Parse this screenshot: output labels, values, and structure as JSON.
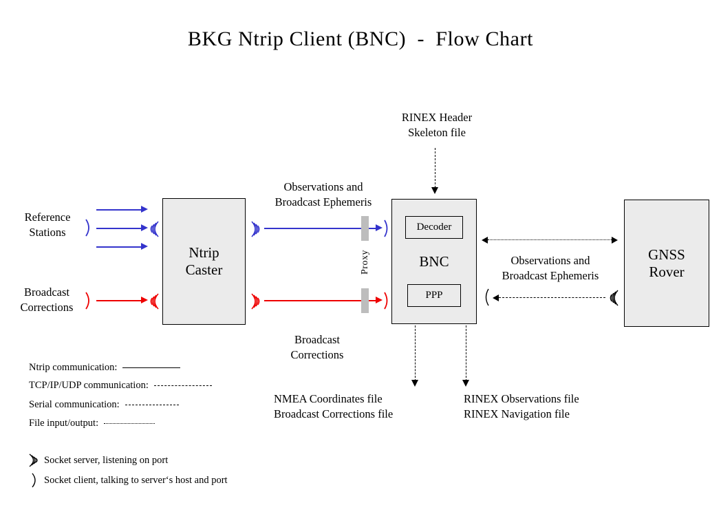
{
  "title": "BKG Ntrip Client (BNC)  -  Flow Chart",
  "nodes": {
    "ntrip_caster": "Ntrip\nCaster",
    "bnc": "BNC",
    "gnss_rover": "GNSS\nRover",
    "decoder": "Decoder",
    "ppp": "PPP"
  },
  "labels": {
    "reference_stations": "Reference\nStations",
    "broadcast_corrections_left": "Broadcast\nCorrections",
    "observations_ephemeris_top": "Observations and\nBroadcast Ephemeris",
    "broadcast_corrections_mid": "Broadcast\nCorrections",
    "rinex_header_skeleton": "RINEX Header\nSkeleton file",
    "observations_ephemeris_right": "Observations and\nBroadcast Ephemeris",
    "nmea_output": "NMEA Coordinates file\nBroadcast Corrections file",
    "rinex_output": "RINEX Observations file\nRINEX Navigation file",
    "proxy": "Proxy"
  },
  "legend": {
    "lines": [
      {
        "text": "Ntrip communication:",
        "style": "solid"
      },
      {
        "text": "TCP/IP/UDP communication:",
        "style": "long-dash"
      },
      {
        "text": "Serial communication:",
        "style": "medium-dash"
      },
      {
        "text": "File input/output:",
        "style": "dotted"
      }
    ],
    "sockets": [
      {
        "icon": "socket-server-icon",
        "text": "Socket server, listening on port"
      },
      {
        "icon": "socket-client-icon",
        "text": "Socket client, talking to server‘s host and port"
      }
    ]
  },
  "colors": {
    "ntrip_stream": "#3333cc",
    "corrections_stream": "#ee0000",
    "box_fill": "#ebebeb",
    "box_border": "#000000",
    "proxy_bar": "#bdbdbd"
  }
}
